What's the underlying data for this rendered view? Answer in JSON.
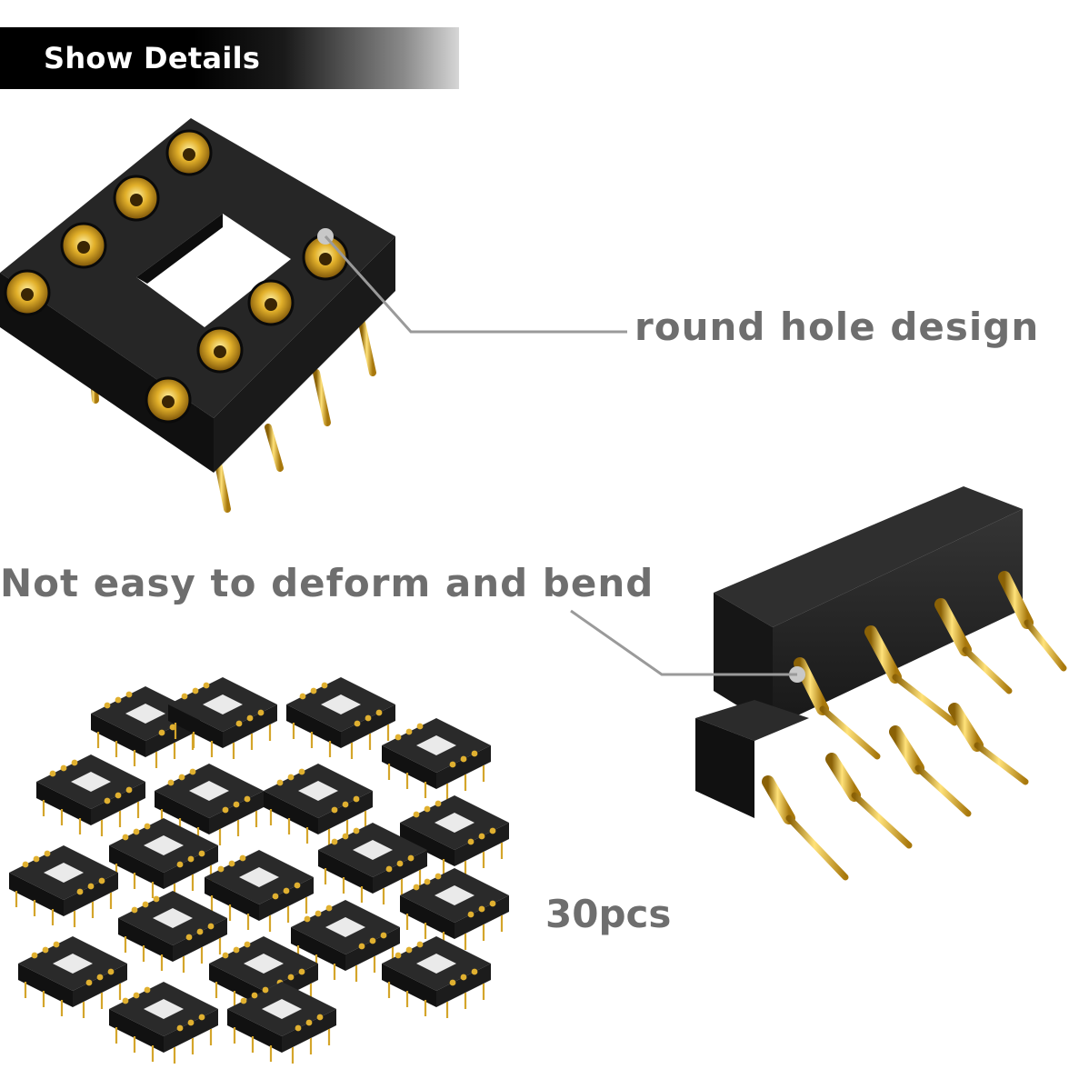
{
  "header": {
    "title": "Show Details"
  },
  "captions": {
    "round_hole": "round hole design",
    "deform": "Not easy to deform and bend",
    "count": "30pcs"
  },
  "colors": {
    "socket_body": "#1c1c1c",
    "gold": "#d9a520",
    "caption_text": "#6e6e6e",
    "leader_line": "#9a9a9a"
  }
}
